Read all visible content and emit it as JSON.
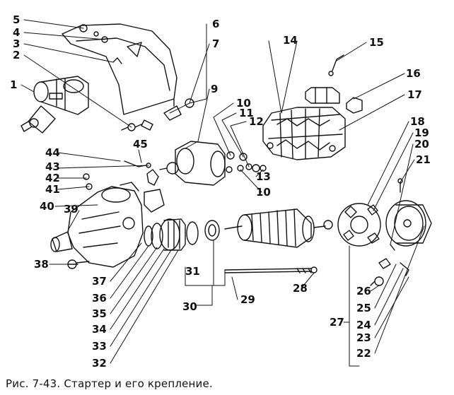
{
  "caption": "Рис. 7-43. Стартер и его крепление.",
  "callouts": [
    "5",
    "4",
    "3",
    "2",
    "1",
    "6",
    "7",
    "9",
    "10",
    "11",
    "12",
    "13",
    "10",
    "14",
    "15",
    "16",
    "17",
    "18",
    "19",
    "20",
    "21",
    "44",
    "45",
    "43",
    "42",
    "41",
    "40",
    "39",
    "38",
    "37",
    "36",
    "35",
    "34",
    "33",
    "32",
    "31",
    "30",
    "29",
    "28",
    "27",
    "26",
    "25",
    "24",
    "23",
    "22"
  ],
  "colors": {
    "ink": "#111111",
    "background": "#ffffff"
  }
}
